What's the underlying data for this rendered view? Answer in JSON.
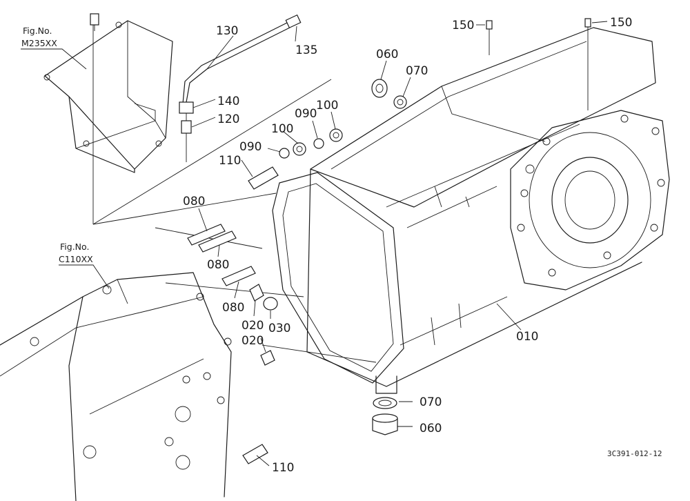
{
  "figure_refs": [
    {
      "title": "Fig.No.",
      "number": "M235XX"
    },
    {
      "title": "Fig.No.",
      "number": "C110XX"
    }
  ],
  "callouts": [
    {
      "key": "p130",
      "label": "130"
    },
    {
      "key": "p135",
      "label": "135"
    },
    {
      "key": "p140",
      "label": "140"
    },
    {
      "key": "p120",
      "label": "120"
    },
    {
      "key": "p060a",
      "label": "060"
    },
    {
      "key": "p070a",
      "label": "070"
    },
    {
      "key": "p150a",
      "label": "150"
    },
    {
      "key": "p150b",
      "label": "150"
    },
    {
      "key": "p100a",
      "label": "100"
    },
    {
      "key": "p090a",
      "label": "090"
    },
    {
      "key": "p100b",
      "label": "100"
    },
    {
      "key": "p090b",
      "label": "090"
    },
    {
      "key": "p110a",
      "label": "110"
    },
    {
      "key": "p080a",
      "label": "080"
    },
    {
      "key": "p080b",
      "label": "080"
    },
    {
      "key": "p080c",
      "label": "080"
    },
    {
      "key": "p020a",
      "label": "020"
    },
    {
      "key": "p030",
      "label": "030"
    },
    {
      "key": "p020b",
      "label": "020"
    },
    {
      "key": "p010",
      "label": "010"
    },
    {
      "key": "p070b",
      "label": "070"
    },
    {
      "key": "p060b",
      "label": "060"
    },
    {
      "key": "p110b",
      "label": "110"
    }
  ],
  "drawing_code": "3C391-012-12"
}
